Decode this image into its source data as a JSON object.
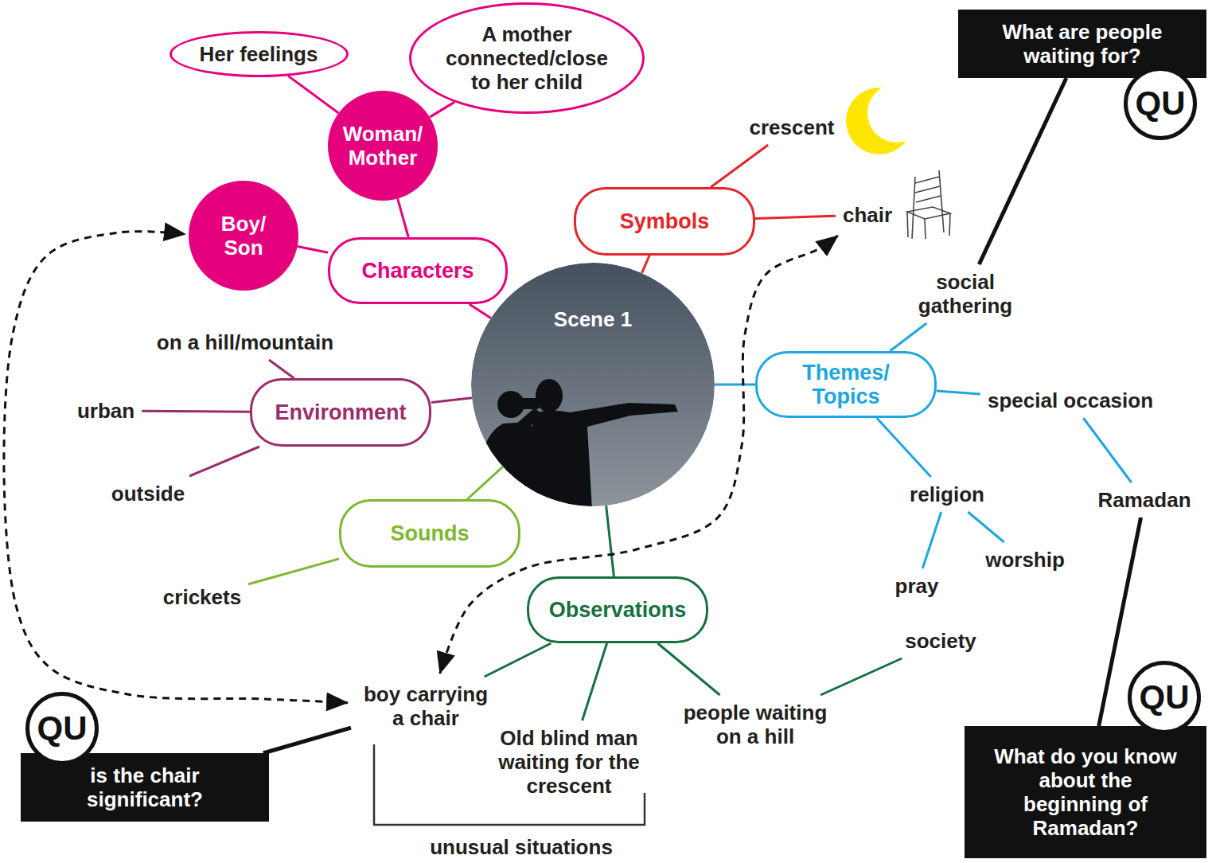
{
  "diagram": {
    "nodes": [
      {
        "text": [
          "Her feelings"
        ]
      },
      {
        "text": [
          "A mother connected/close to her child"
        ]
      },
      {
        "text": [
          "What are people waiting for?"
        ]
      },
      {
        "text": [
          "QU"
        ]
      },
      {
        "text": [
          "Woman/ Mother"
        ]
      },
      {
        "text": [
          "crescent"
        ]
      },
      {
        "text": [
          "chair"
        ]
      },
      {
        "text": [
          "Boy/ Son"
        ]
      },
      {
        "text": [
          "Symbols"
        ]
      },
      {
        "text": [
          "Characters"
        ]
      },
      {
        "text": [
          "social gathering"
        ]
      },
      {
        "text": [
          "Scene 1"
        ]
      },
      {
        "text": [
          "on a hill/mountain"
        ]
      },
      {
        "text": [
          "Themes/ Topics"
        ]
      },
      {
        "text": [
          "special occasion"
        ]
      },
      {
        "text": [
          "urban"
        ]
      },
      {
        "text": [
          "Environment"
        ]
      },
      {
        "text": [
          "outside"
        ]
      },
      {
        "text": [
          "religion"
        ]
      },
      {
        "text": [
          "Ramadan"
        ]
      },
      {
        "text": [
          "Sounds"
        ]
      },
      {
        "text": [
          "worship"
        ]
      },
      {
        "text": [
          "pray"
        ]
      },
      {
        "text": [
          "crickets"
        ]
      },
      {
        "text": [
          "Observations"
        ]
      },
      {
        "text": [
          "society"
        ]
      },
      {
        "text": [
          "QU"
        ]
      },
      {
        "text": [
          "boy carrying a chair"
        ]
      },
      {
        "text": [
          "people waiting on a hill"
        ]
      },
      {
        "text": [
          "QU"
        ]
      },
      {
        "text": [
          "Old blind man waiting for the crescent"
        ]
      },
      {
        "text": [
          "is the chair significant?"
        ]
      },
      {
        "text": [
          "What do you know about the beginning of Ramadan?"
        ]
      }
    ],
    "edges": [
      {
        "from": 4,
        "to": 0,
        "arrow": "none"
      },
      {
        "from": 4,
        "to": 1,
        "arrow": "none"
      },
      {
        "from": 9,
        "to": 4,
        "arrow": "none"
      },
      {
        "from": 9,
        "to": 7,
        "arrow": "none"
      },
      {
        "from": 11,
        "to": 9,
        "arrow": "none"
      },
      {
        "from": 11,
        "to": 8,
        "arrow": "none"
      },
      {
        "from": 8,
        "to": 5,
        "arrow": "none"
      },
      {
        "from": 8,
        "to": 6,
        "arrow": "none"
      },
      {
        "from": 11,
        "to": 16,
        "arrow": "none"
      },
      {
        "from": 16,
        "to": 12,
        "arrow": "none"
      },
      {
        "from": 16,
        "to": 15,
        "arrow": "none"
      },
      {
        "from": 16,
        "to": 17,
        "arrow": "none"
      },
      {
        "from": 11,
        "to": 20,
        "arrow": "none"
      },
      {
        "from": 20,
        "to": 23,
        "arrow": "none"
      },
      {
        "from": 11,
        "to": 13,
        "arrow": "none"
      },
      {
        "from": 13,
        "to": 10,
        "arrow": "none"
      },
      {
        "from": 13,
        "to": 14,
        "arrow": "none"
      },
      {
        "from": 13,
        "to": 18,
        "arrow": "none"
      },
      {
        "from": 14,
        "to": 19,
        "arrow": "none"
      },
      {
        "from": 18,
        "to": 22,
        "arrow": "none"
      },
      {
        "from": 18,
        "to": 21,
        "arrow": "none"
      },
      {
        "from": 11,
        "to": 24,
        "arrow": "none"
      },
      {
        "from": 24,
        "to": 27,
        "arrow": "none"
      },
      {
        "from": 24,
        "to": 30,
        "arrow": "none"
      },
      {
        "from": 24,
        "to": 28,
        "arrow": "none"
      },
      {
        "from": 28,
        "to": 25,
        "arrow": "none"
      },
      {
        "from": 2,
        "to": 10,
        "arrow": "none"
      },
      {
        "from": 32,
        "to": 19,
        "arrow": "none"
      },
      {
        "from": 31,
        "to": 27,
        "arrow": "none"
      },
      {
        "from": 27,
        "to": 7,
        "arrow": "both"
      },
      {
        "from": 6,
        "to": 27,
        "arrow": "both"
      }
    ],
    "labels": [
      "unusual situations"
    ]
  }
}
